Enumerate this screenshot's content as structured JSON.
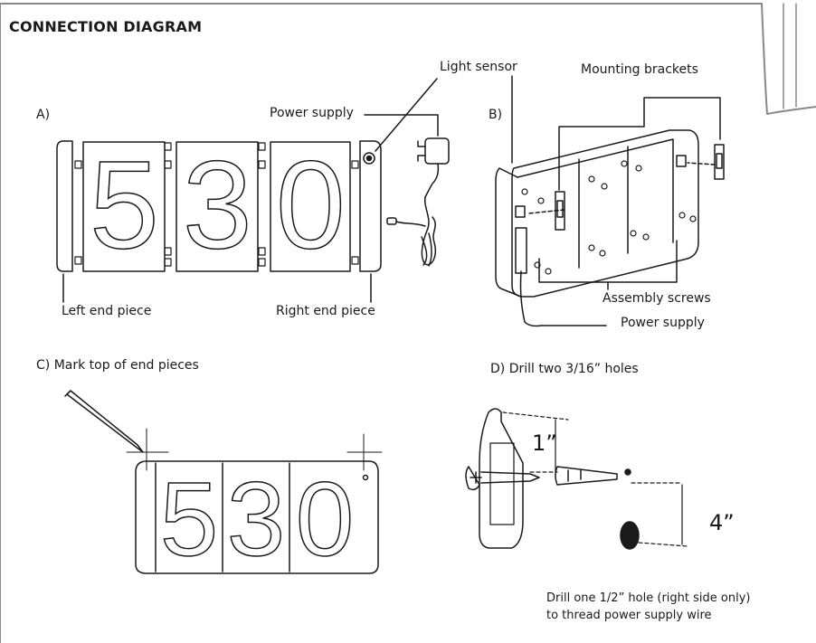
{
  "title": "CONNECTION DIAGRAM",
  "panel_a": {
    "letter": "A)",
    "digits": [
      "5",
      "3",
      "0"
    ],
    "labels": {
      "light_sensor": "Light sensor",
      "power_supply": "Power supply",
      "left_end_piece": "Left end piece",
      "right_end_piece": "Right end piece"
    }
  },
  "panel_b": {
    "letter": "B)",
    "labels": {
      "mounting_brackets": "Mounting brackets",
      "assembly_screws": "Assembly screws",
      "power_supply": "Power supply"
    }
  },
  "panel_c": {
    "caption": "C)  Mark top of end pieces",
    "digits": [
      "5",
      "3",
      "0"
    ]
  },
  "panel_d": {
    "caption": "D) Drill two 3/16” holes",
    "dim_1": "1”",
    "dim_4": "4”",
    "note_line1": "Drill one 1/2” hole (right side only)",
    "note_line2": "to thread power supply wire"
  }
}
